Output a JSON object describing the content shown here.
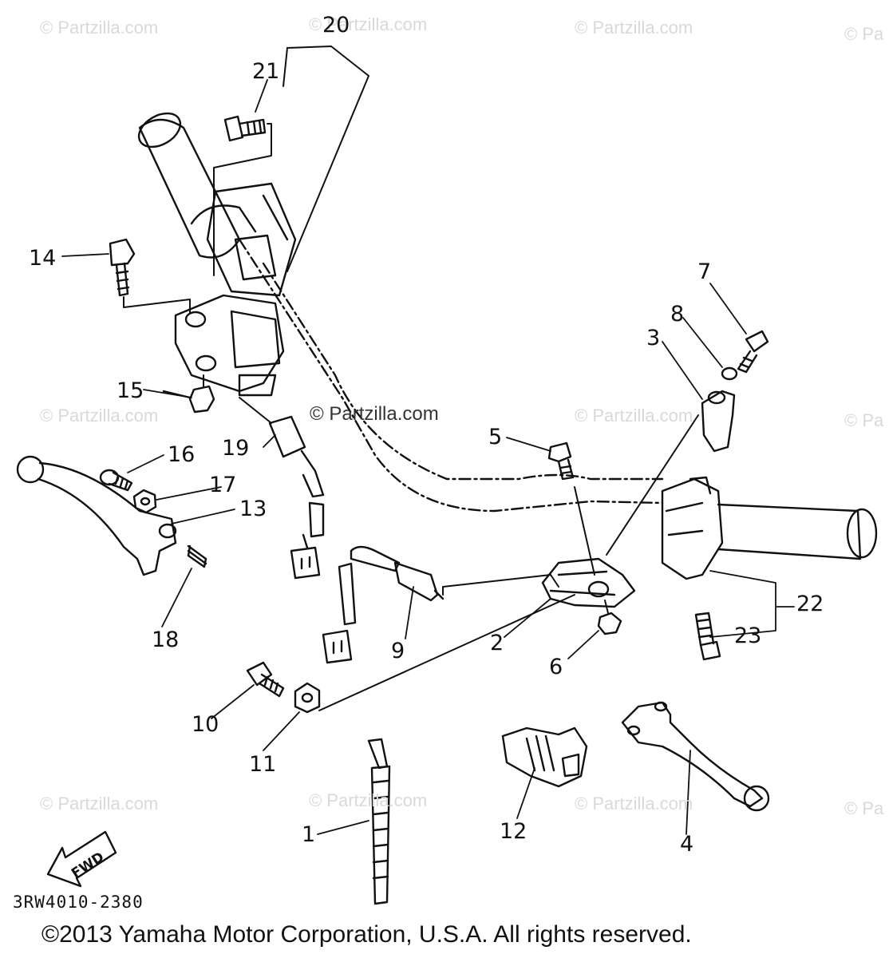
{
  "watermark": {
    "text": "© Partzilla.com",
    "short": "© Pa",
    "center": "© Partzilla.com"
  },
  "callouts": [
    "1",
    "2",
    "3",
    "4",
    "5",
    "6",
    "7",
    "8",
    "9",
    "10",
    "11",
    "12",
    "13",
    "14",
    "15",
    "16",
    "17",
    "18",
    "19",
    "20",
    "21",
    "22",
    "23"
  ],
  "fwd_label": "FWD",
  "diagram_code": "3RW4010-2380",
  "copyright": "©2013 Yamaha Motor Corporation, U.S.A. All rights reserved.",
  "colors": {
    "line": "#111111",
    "watermark": "#d9d9d9",
    "background": "#ffffff"
  },
  "icons": [
    "fwd-arrow-icon"
  ]
}
